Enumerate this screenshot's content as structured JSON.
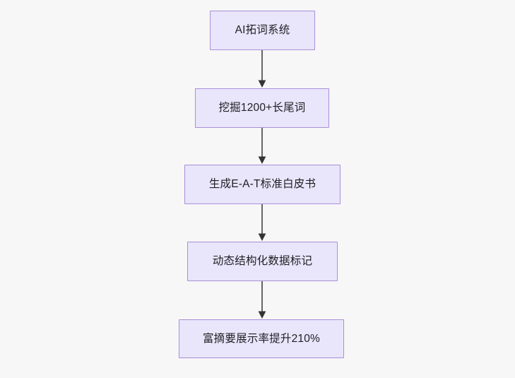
{
  "diagram": {
    "type": "flowchart",
    "orientation": "top-to-bottom",
    "background_color": "#f7f7f7",
    "node_fill_color": "#e9e5fb",
    "node_border_color": "#a98fd8",
    "node_text_color": "#1f1f23",
    "connector_color": "#666666",
    "nodes": [
      {
        "id": "n1",
        "label": "AI拓词系统"
      },
      {
        "id": "n2",
        "label": "挖掘1200+长尾词"
      },
      {
        "id": "n3",
        "label": "生成E-A-T标准白皮书"
      },
      {
        "id": "n4",
        "label": "动态结构化数据标记"
      },
      {
        "id": "n5",
        "label": "富摘要展示率提升210%"
      }
    ],
    "edges": [
      {
        "id": "e1",
        "from": "n1",
        "to": "n2",
        "label": "",
        "arrow": "arrow-down-icon"
      },
      {
        "id": "e2",
        "from": "n2",
        "to": "n3",
        "label": "",
        "arrow": "arrow-down-icon"
      },
      {
        "id": "e3",
        "from": "n3",
        "to": "n4",
        "label": "",
        "arrow": "arrow-down-icon"
      },
      {
        "id": "e4",
        "from": "n4",
        "to": "n5",
        "label": "",
        "arrow": "arrow-down-icon"
      }
    ]
  }
}
